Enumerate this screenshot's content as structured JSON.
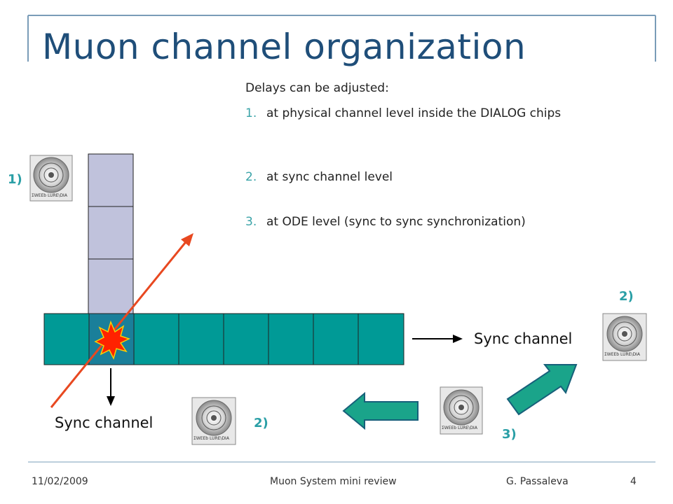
{
  "slide": {
    "title": "Muon channel organization",
    "intro": "Delays can be adjusted:",
    "items": [
      {
        "num": "1.",
        "text": "at physical channel level inside the DIALOG chips"
      },
      {
        "num": "2.",
        "text": "at sync channel level"
      },
      {
        "num": "3.",
        "text": "at ODE level (sync to sync synchronization)"
      }
    ],
    "labels": {
      "one": "1)",
      "two_right": "2)",
      "two_bottom": "2)",
      "three": "3)"
    },
    "sync_right": "Sync channel",
    "sync_bottom": "Sync channel",
    "chip_caption": "ΣWEEb LURE\\DIA"
  },
  "footer": {
    "date": "11/02/2009",
    "center": "Muon System mini review",
    "author": "G. Passaleva",
    "page": "4"
  },
  "colors": {
    "accent": "#2a9fa6",
    "teal": "#009a96",
    "lavender": "#c0c2dc",
    "red": "#e84820",
    "title": "#1f4e79"
  }
}
